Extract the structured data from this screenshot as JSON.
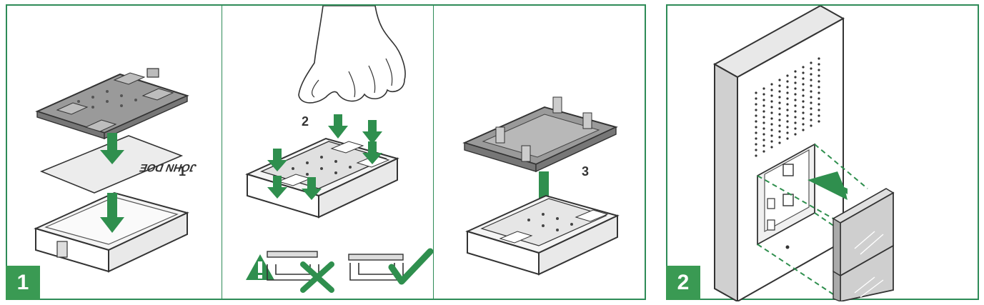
{
  "colors": {
    "accent": "#3a9a53",
    "frame": "#2e8b57",
    "arrow": "#2f8f4e",
    "outline": "#333333",
    "fill_light": "#f2f2f2",
    "fill_gray": "#9a9a9a"
  },
  "figure1": {
    "badge": "1",
    "step1_label": "1",
    "step2_label": "2",
    "step3_label": "3",
    "card_text": "JOHN DOE"
  },
  "figure2": {
    "badge": "2"
  },
  "icons": [
    "warning-icon",
    "cross-icon",
    "checkmark-icon",
    "hand-icon",
    "arrow-down-icon"
  ]
}
